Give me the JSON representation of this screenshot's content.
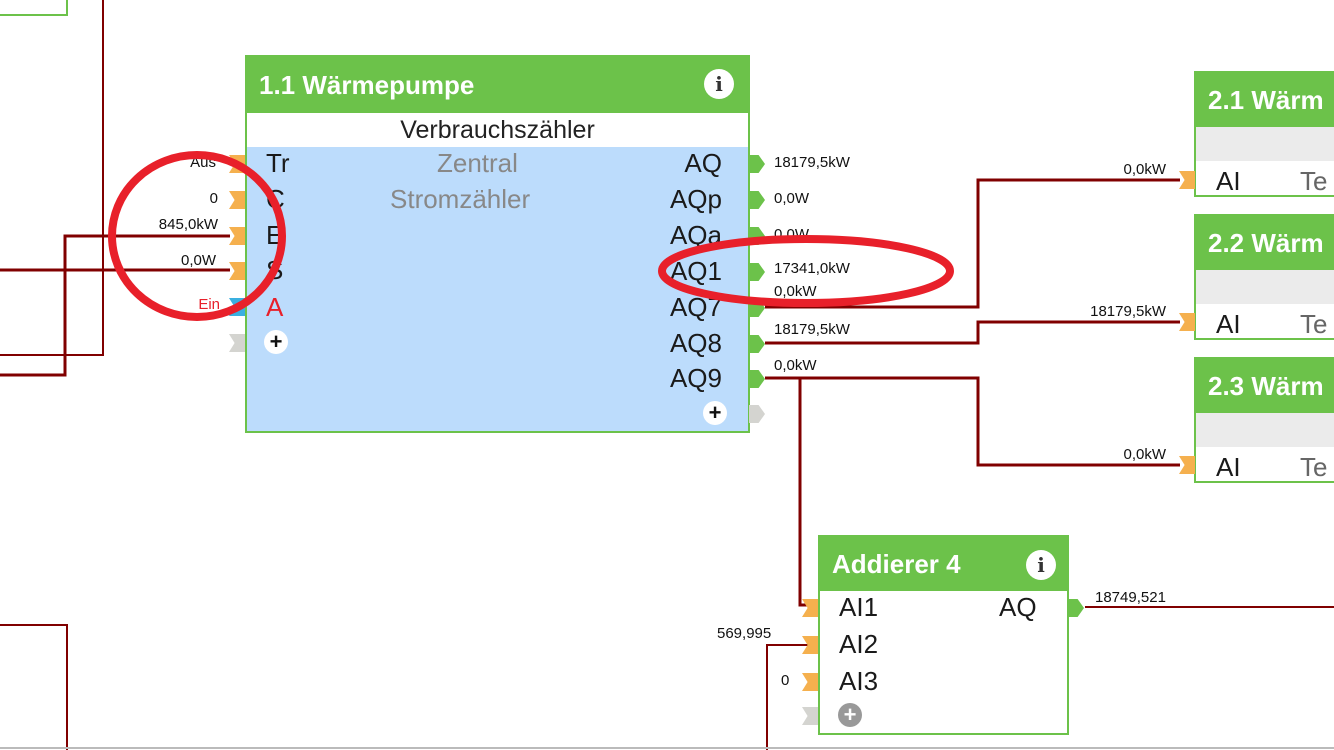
{
  "main_block": {
    "title": "1.1 Wärmepumpe",
    "subtitle": "Verbrauchszähler",
    "body_lines": [
      "Zentral",
      "Stromzähler"
    ],
    "inputs": [
      {
        "label": "Tr",
        "value": "Aus"
      },
      {
        "label": "C",
        "value": "0"
      },
      {
        "label": "E",
        "value": "845,0kW"
      },
      {
        "label": "S",
        "value": "0,0W"
      },
      {
        "label": "A",
        "value": "Ein"
      }
    ],
    "outputs": [
      {
        "label": "AQ",
        "value": "18179,5kW"
      },
      {
        "label": "AQp",
        "value": "0,0W"
      },
      {
        "label": "AQa",
        "value": "0,0W"
      },
      {
        "label": "AQ1",
        "value": "17341,0kW"
      },
      {
        "label": "AQ7",
        "value": "0,0kW"
      },
      {
        "label": "AQ8",
        "value": "18179,5kW"
      },
      {
        "label": "AQ9",
        "value": "0,0kW"
      }
    ]
  },
  "right_blocks": [
    {
      "title": "2.1 Wärm",
      "input_label": "AI",
      "body_text": "Te",
      "input_value": "0,0kW"
    },
    {
      "title": "2.2 Wärm",
      "input_label": "AI",
      "body_text": "Te",
      "input_value": "18179,5kW"
    },
    {
      "title": "2.3 Wärm",
      "input_label": "AI",
      "body_text": "Te",
      "input_value": "0,0kW"
    }
  ],
  "adder_block": {
    "title": "Addierer 4",
    "inputs": [
      {
        "label": "AI1",
        "value": ""
      },
      {
        "label": "AI2",
        "value": "569,995"
      },
      {
        "label": "AI3",
        "value": "0"
      }
    ],
    "output": {
      "label": "AQ",
      "value": "18749,521"
    }
  },
  "info_icon": "i",
  "plus_icon": "+",
  "colors": {
    "header": "#6cc24a",
    "body": "#bcdcfc",
    "wire": "#800000",
    "annotation": "#e8202a",
    "input_pin": "#f5b04e"
  }
}
